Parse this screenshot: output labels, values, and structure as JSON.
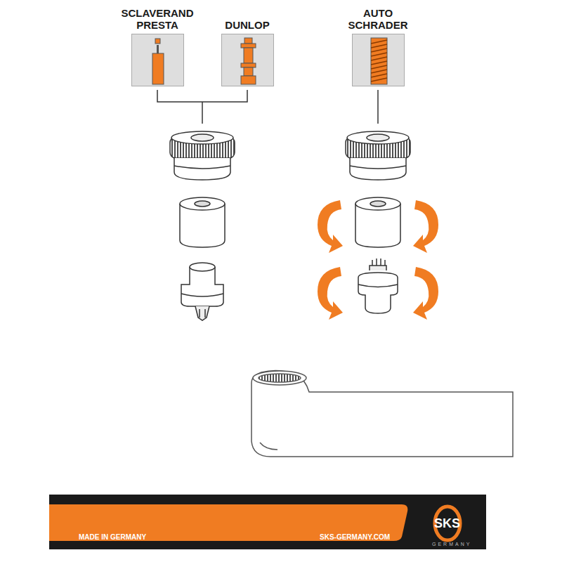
{
  "diagram": {
    "nodes": [
      {
        "text": [
          "SCLAVERAND PRESTA"
        ]
      },
      {
        "text": [
          "DUNLOP"
        ]
      },
      {
        "text": [
          "AUTO SCHRADER"
        ]
      }
    ],
    "labels": [
      "MADE IN GERMANY",
      "SKS-GERMANY.COM",
      "SKS",
      "GERMANY"
    ]
  }
}
